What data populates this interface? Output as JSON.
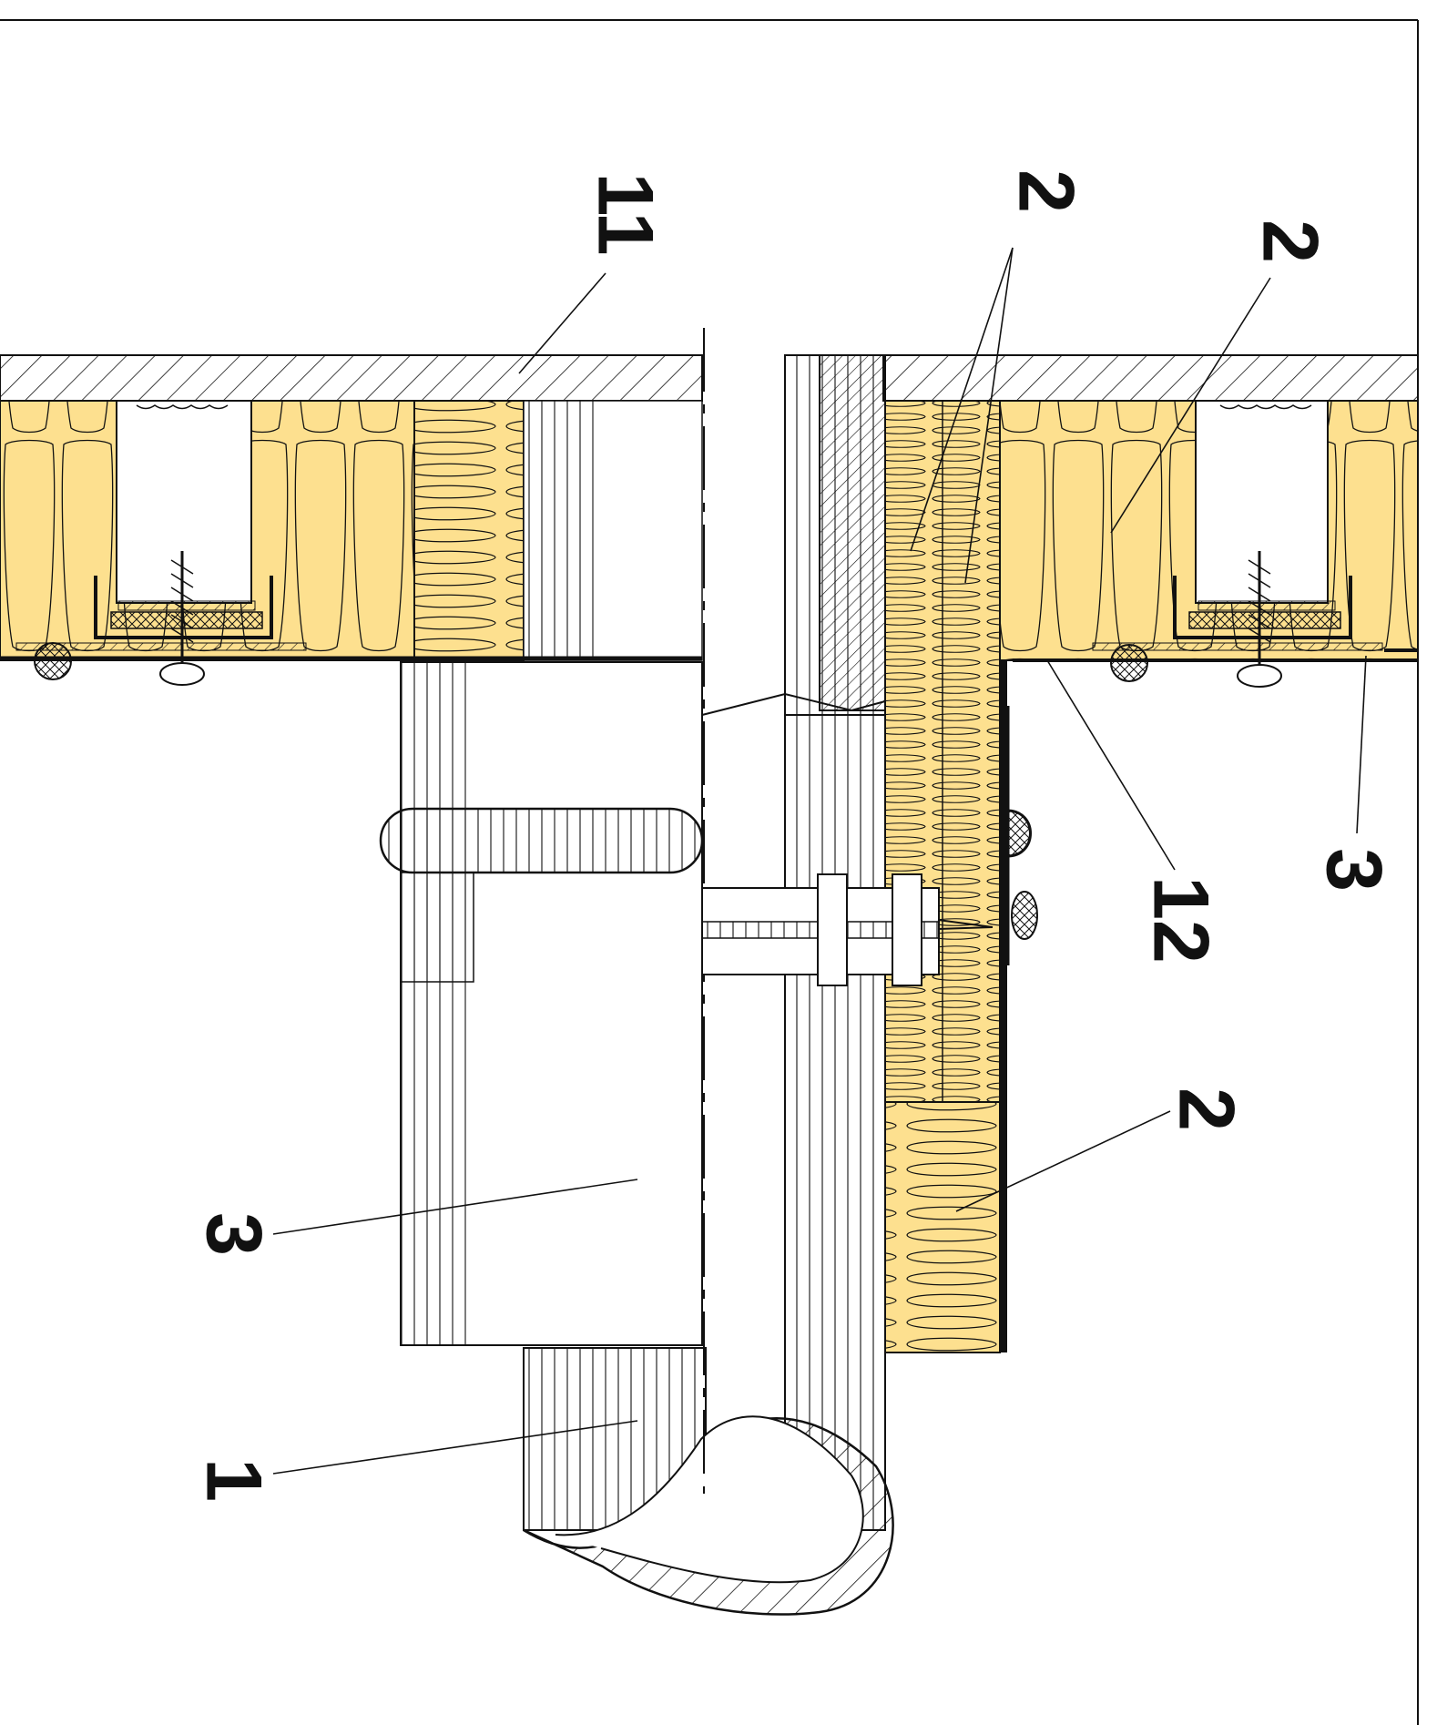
{
  "drawing": {
    "title": "",
    "colors": {
      "insulation_fill": "#fde08f",
      "outline": "#111111",
      "background": "#ffffff"
    },
    "callouts": [
      {
        "id": "c11",
        "label": "11"
      },
      {
        "id": "c2a",
        "label": "2"
      },
      {
        "id": "c2b",
        "label": "2"
      },
      {
        "id": "c2c",
        "label": "2"
      },
      {
        "id": "c3r",
        "label": "3"
      },
      {
        "id": "c12",
        "label": "12"
      },
      {
        "id": "c3l",
        "label": "3"
      },
      {
        "id": "c1",
        "label": "1"
      }
    ]
  }
}
